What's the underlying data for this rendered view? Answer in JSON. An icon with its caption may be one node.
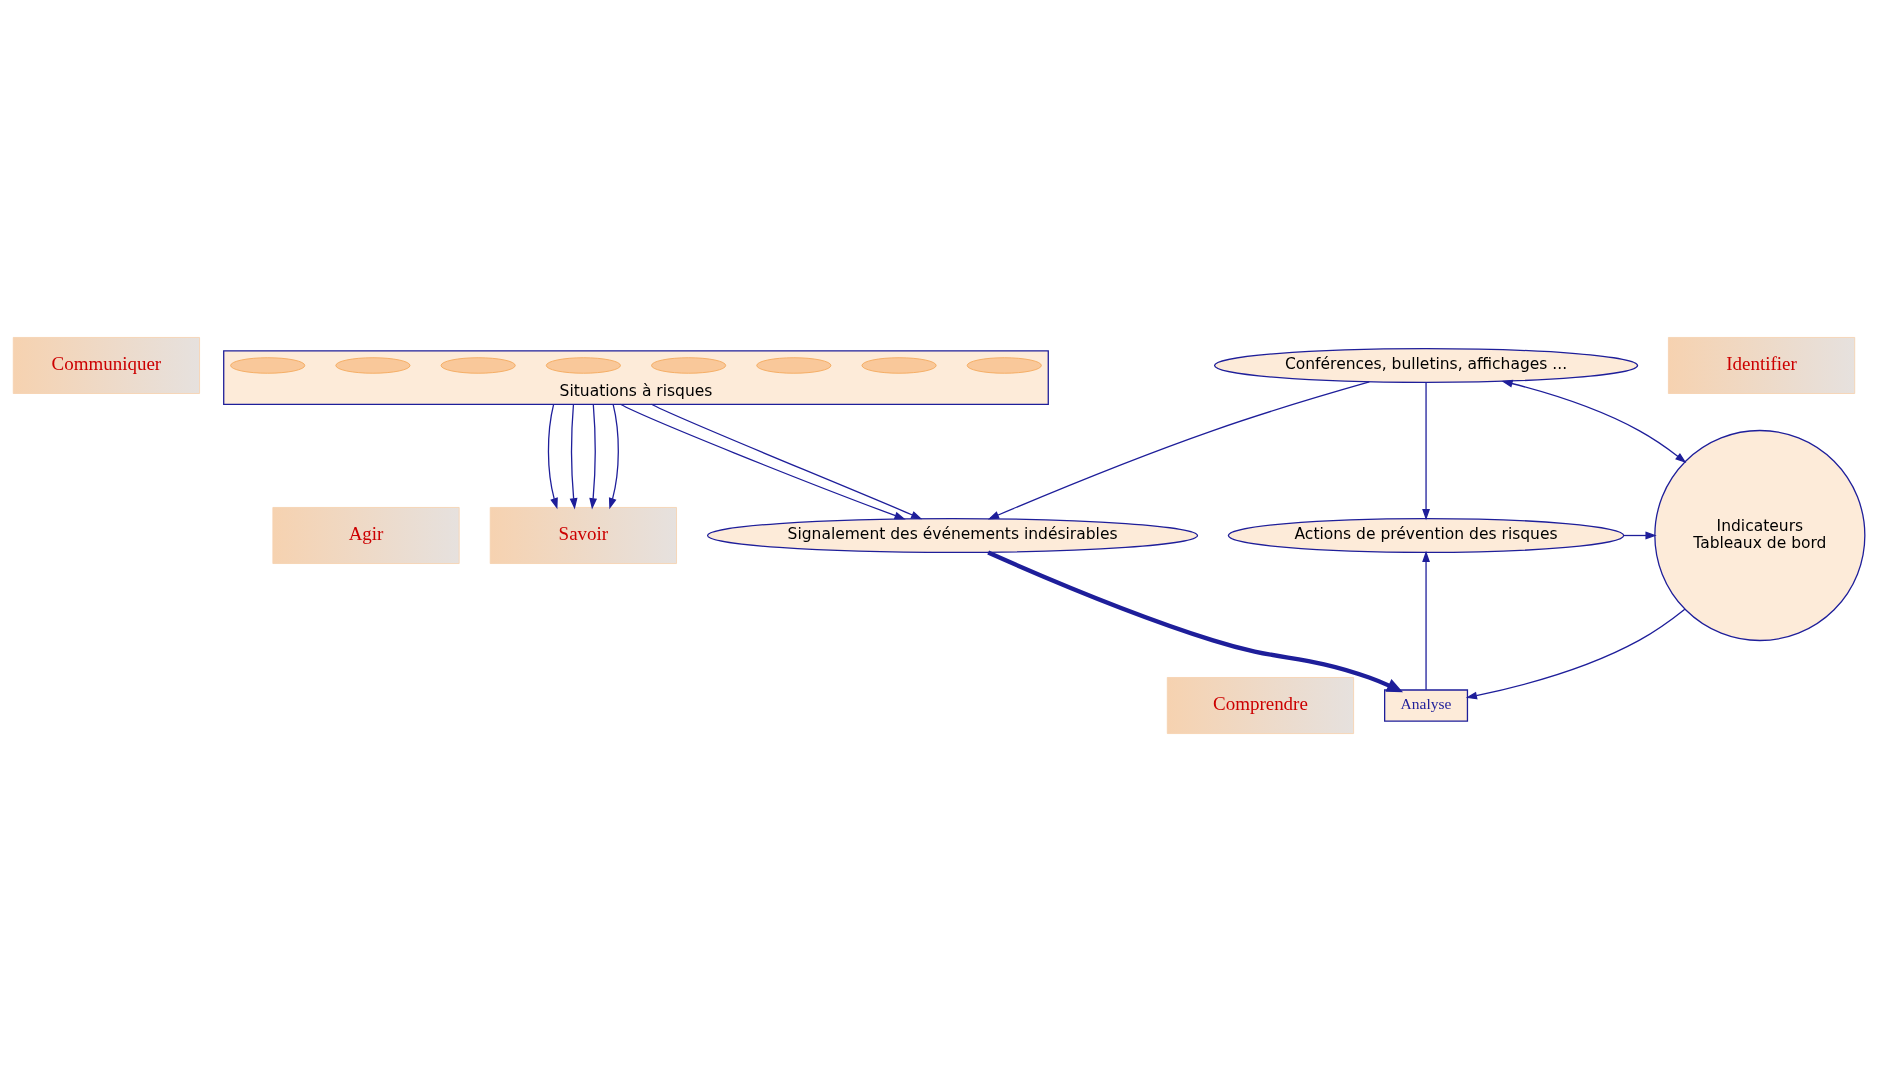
{
  "diagram": {
    "nodes": [
      {
        "text": [
          "Communiquer"
        ]
      },
      {
        "text": [
          "Agir"
        ]
      },
      {
        "text": [
          "Comprendre"
        ]
      },
      {
        "text": [
          "Savoir"
        ]
      },
      {
        "text": [
          "Identifier"
        ]
      },
      {
        "text": [
          "Conférences, bulletins, affichages ..."
        ]
      },
      {
        "text": [
          "Actions de prévention des risques"
        ]
      },
      {
        "text": [
          "Indicateurs",
          "Tableaux de bord"
        ]
      },
      {
        "text": [
          "Analyse"
        ]
      },
      {
        "text": [
          "Signalement des événements indésirables"
        ]
      },
      {
        "text": [
          "Situations à risques"
        ]
      },
      {
        "text": [],
        "shape": "ellipse",
        "in": 10
      },
      {
        "text": [],
        "shape": "ellipse",
        "in": 10
      },
      {
        "text": [],
        "shape": "ellipse",
        "in": 10
      },
      {
        "text": [],
        "shape": "ellipse",
        "in": 10
      },
      {
        "text": [],
        "shape": "ellipse",
        "in": 10
      },
      {
        "text": [],
        "shape": "ellipse",
        "in": 10
      },
      {
        "text": [],
        "shape": "ellipse",
        "in": 10
      },
      {
        "text": [],
        "shape": "ellipse",
        "in": 10
      }
    ],
    "edges": [
      {
        "from": 5,
        "to": 6,
        "arrow": "to"
      },
      {
        "from": 6,
        "to": 7,
        "arrow": "to"
      },
      {
        "from": 5,
        "to": 7,
        "arrow": "both"
      },
      {
        "from": 5,
        "to": 9,
        "arrow": "to"
      },
      {
        "from": 8,
        "to": 6,
        "arrow": "to"
      },
      {
        "from": 7,
        "to": 8,
        "arrow": "to"
      },
      {
        "from": 9,
        "to": 8,
        "arrow": "to",
        "style": "thick"
      },
      {
        "from": 10,
        "to": 3,
        "arrow": "to"
      },
      {
        "from": 10,
        "to": 3,
        "arrow": "to"
      },
      {
        "from": 10,
        "to": 9,
        "arrow": "to"
      },
      {
        "from": 10,
        "to": 9,
        "arrow": "to"
      },
      {
        "from": 10,
        "to": 3,
        "arrow": "to"
      },
      {
        "from": 10,
        "to": 3,
        "arrow": "to"
      }
    ]
  }
}
